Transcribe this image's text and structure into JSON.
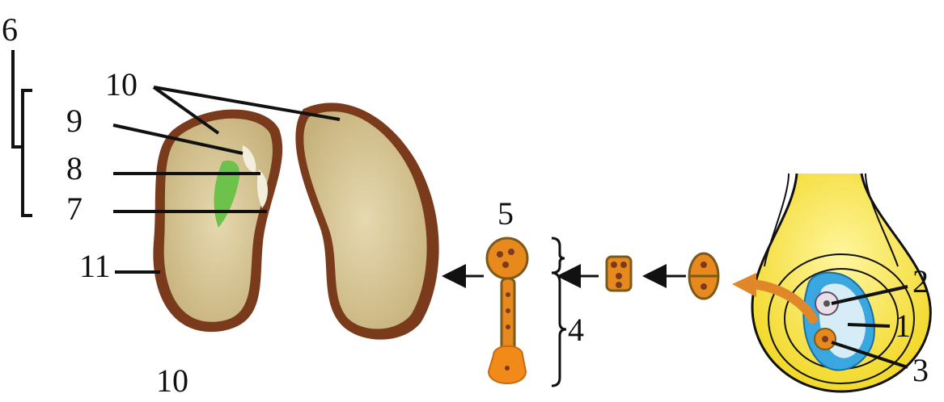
{
  "labels": {
    "n1": "1",
    "n2": "2",
    "n3": "3",
    "n4": "4",
    "n5": "5",
    "n6": "6",
    "n7": "7",
    "n8": "8",
    "n9": "9",
    "n10_top": "10",
    "n10_bottom": "10",
    "n11": "11"
  },
  "colors": {
    "seed_coat": "#7a3b1d",
    "cotyledon": "#d9c89a",
    "embryo_green": "#6cc24a",
    "ovule_yellow": "#f5e23a",
    "ovule_blue": "#3aa7e0",
    "cell_orange": "#e8891e",
    "arrow_orange": "#e0872a"
  }
}
